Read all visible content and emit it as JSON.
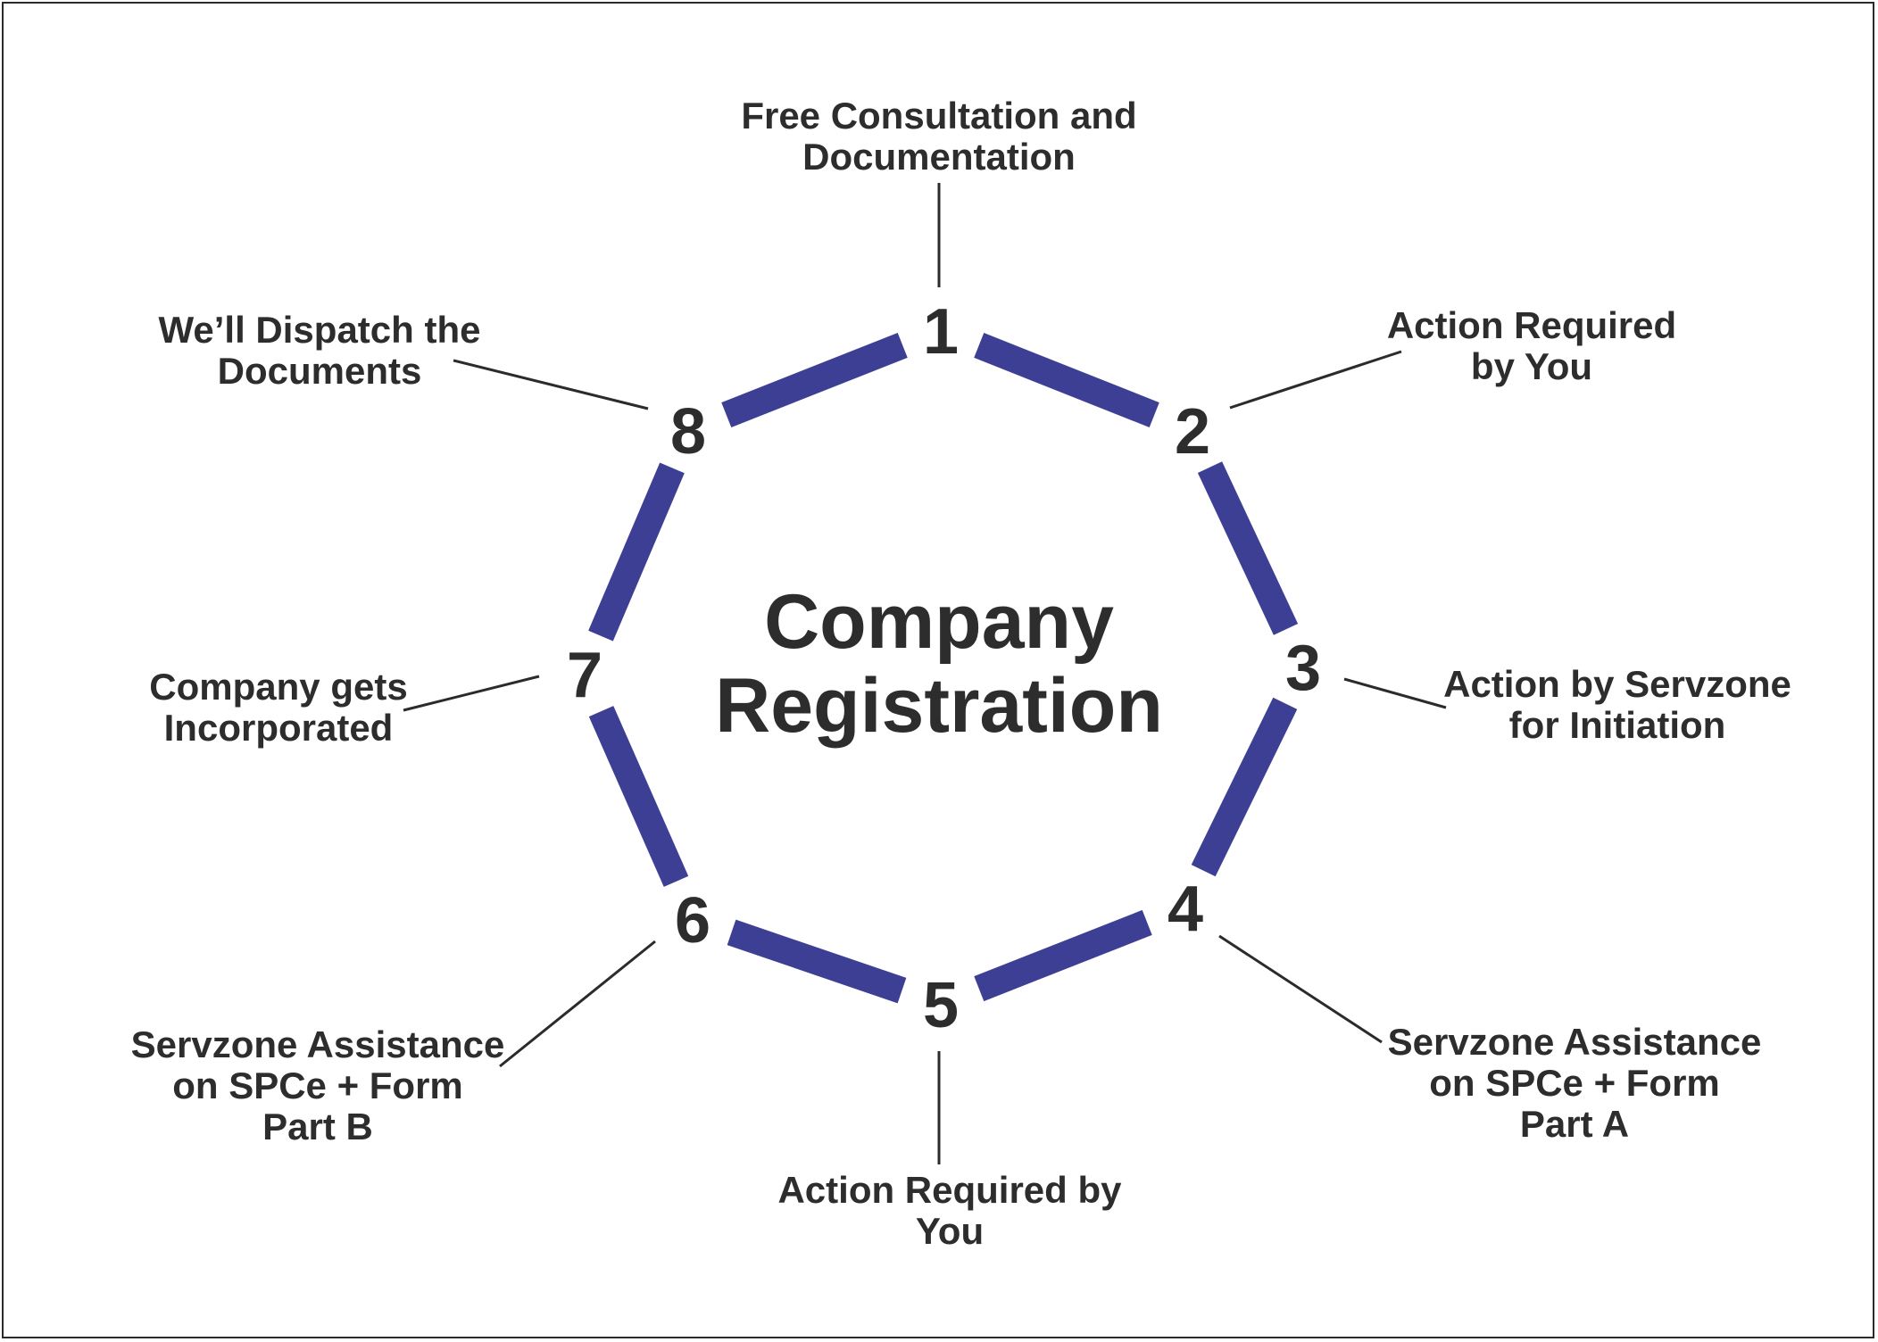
{
  "center_title": [
    "Company",
    "Registration"
  ],
  "accent_color": "#3d3f94",
  "text_color": "#2d2d2d",
  "steps": [
    {
      "number": "1",
      "label": [
        "Free Consultation and",
        "Documentation"
      ]
    },
    {
      "number": "2",
      "label": [
        "Action Required",
        "by You"
      ]
    },
    {
      "number": "3",
      "label": [
        "Action by Servzone",
        "for Initiation"
      ]
    },
    {
      "number": "4",
      "label": [
        "Servzone Assistance",
        "on SPCe + Form",
        "Part A"
      ]
    },
    {
      "number": "5",
      "label": [
        "Action Required by",
        "You"
      ]
    },
    {
      "number": "6",
      "label": [
        "Servzone Assistance",
        "on SPCe + Form",
        "Part B"
      ]
    },
    {
      "number": "7",
      "label": [
        "Company gets",
        "Incorporated"
      ]
    },
    {
      "number": "8",
      "label": [
        "We’ll Dispatch the",
        "Documents"
      ]
    }
  ]
}
